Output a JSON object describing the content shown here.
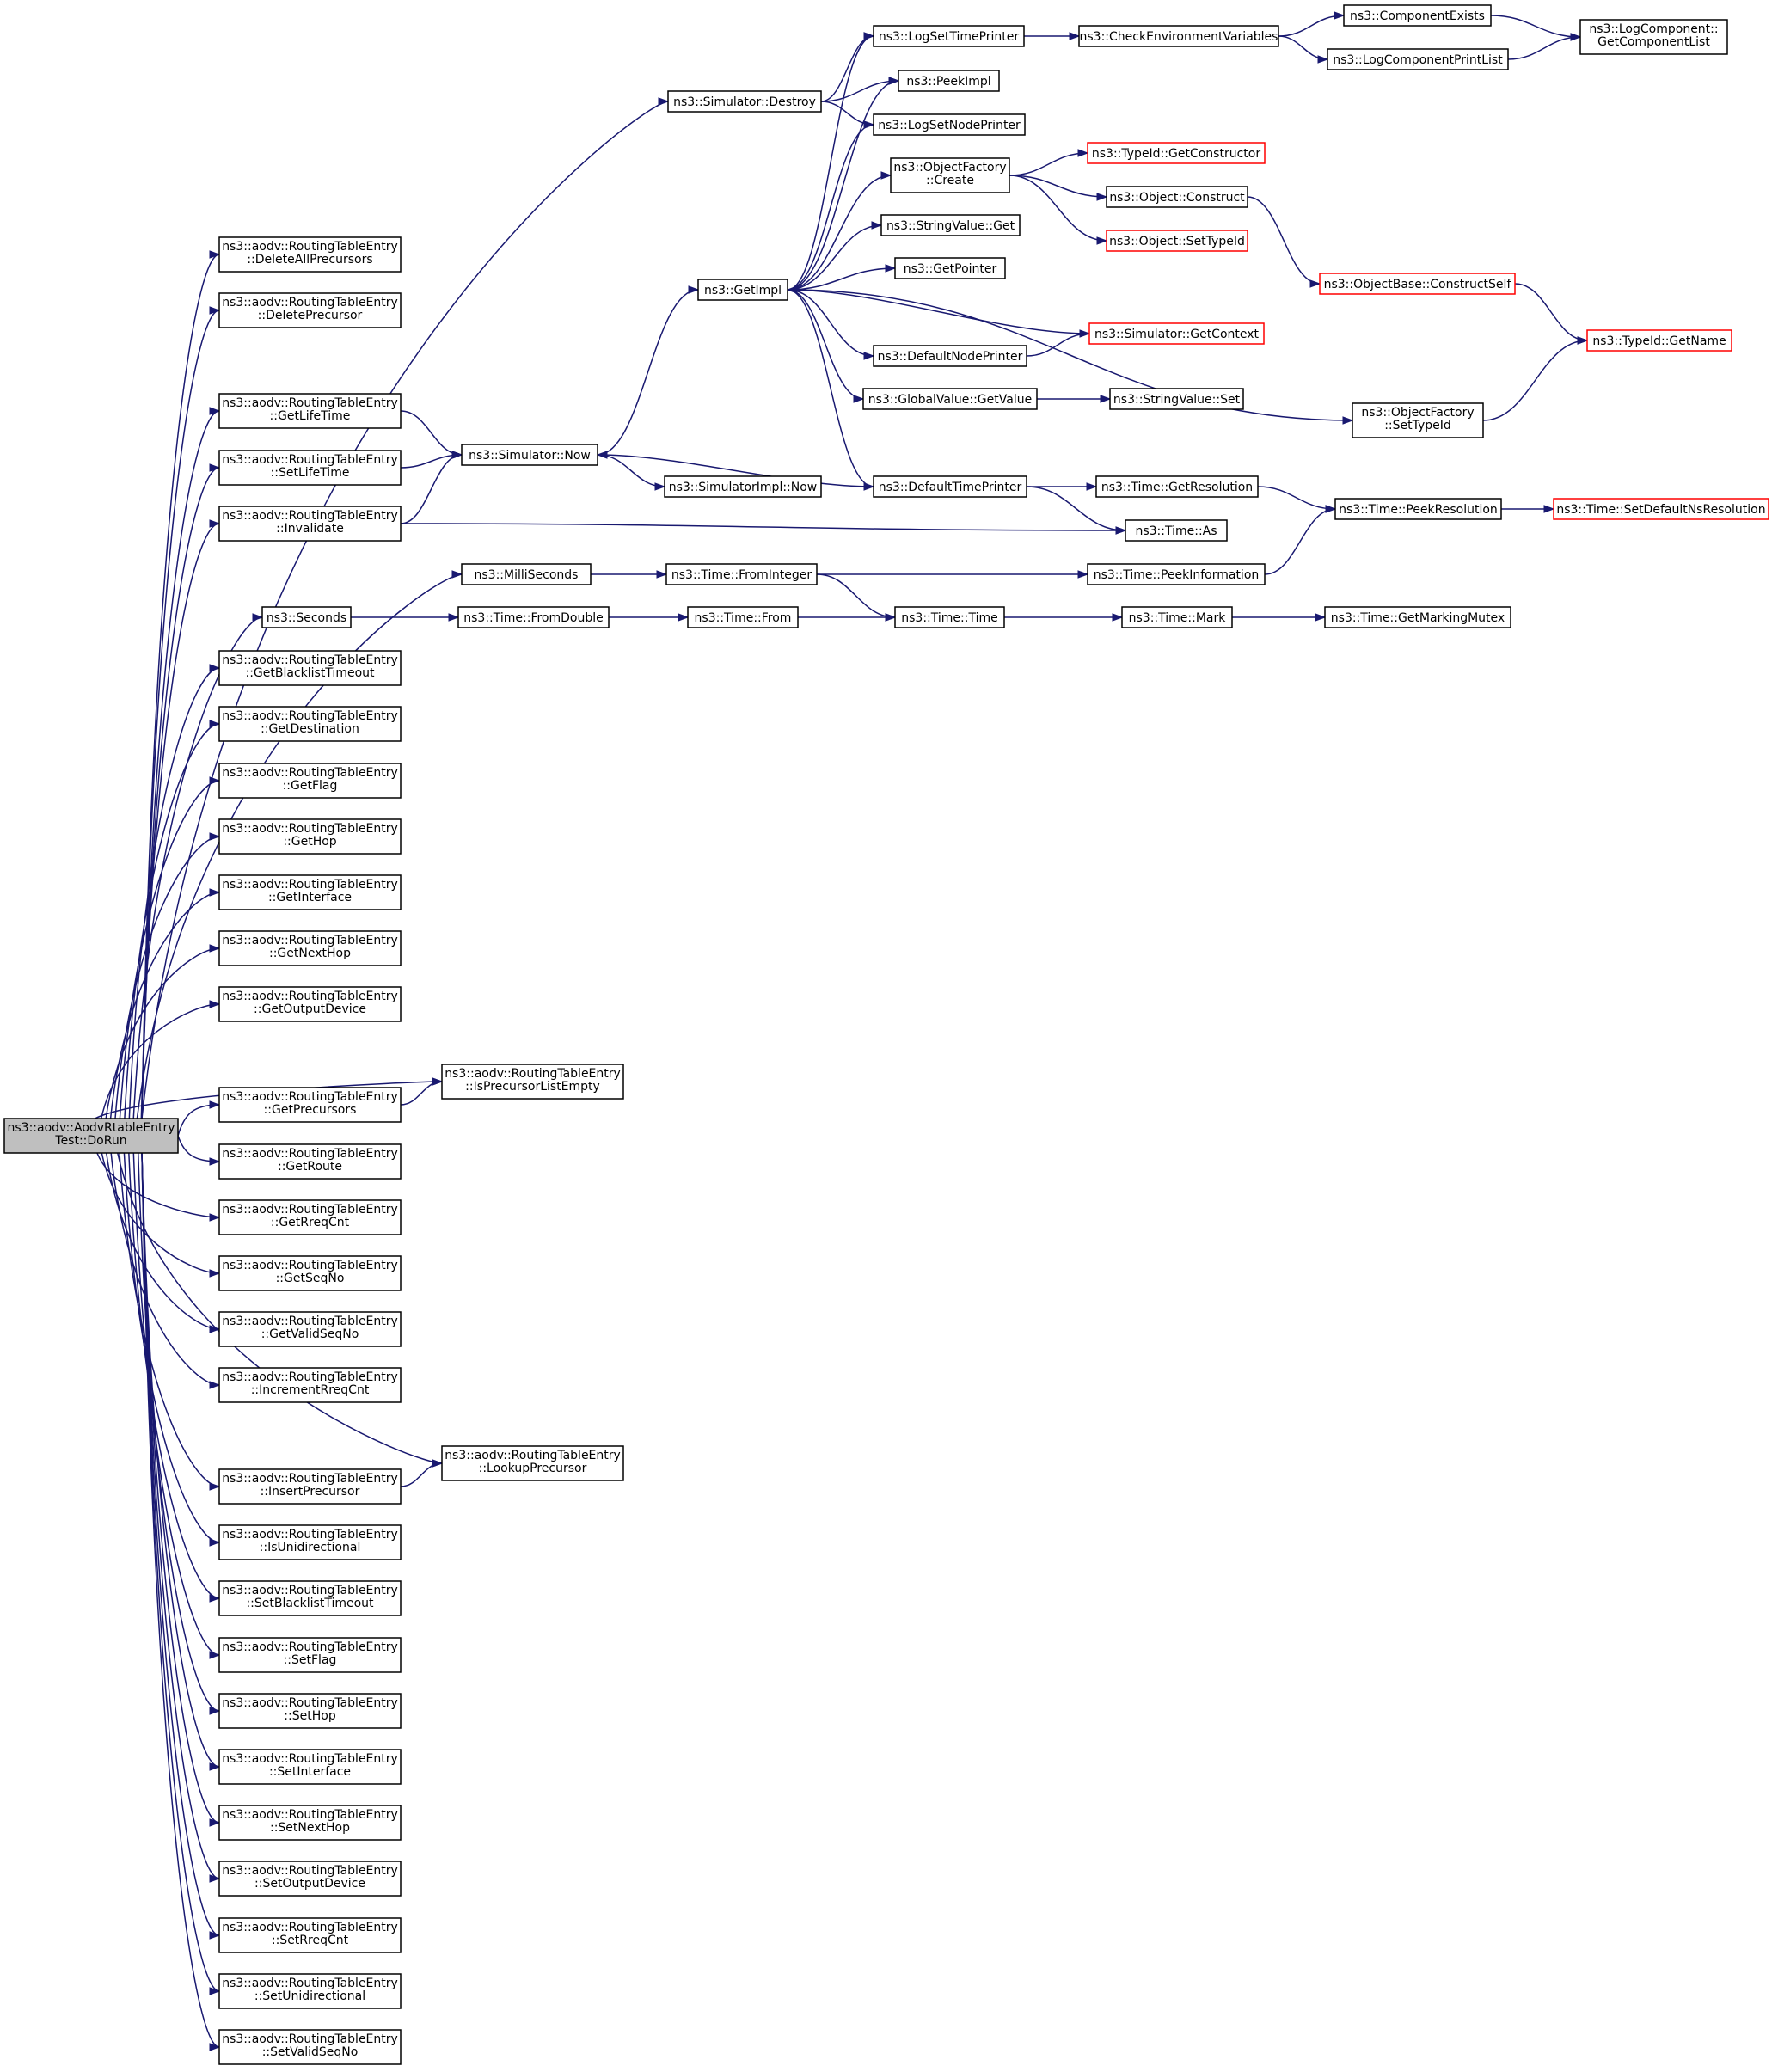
{
  "colors": {
    "edge": "#191970",
    "root_fill": "#bfbfbf",
    "truncated_border": "#ff0000"
  },
  "nodes": [
    {
      "id": "root",
      "lines": [
        "ns3::aodv::AodvRtableEntry",
        "Test::DoRun"
      ],
      "root": true
    },
    {
      "id": "delall",
      "lines": [
        "ns3::aodv::RoutingTableEntry",
        "::DeleteAllPrecursors"
      ]
    },
    {
      "id": "delprec",
      "lines": [
        "ns3::aodv::RoutingTableEntry",
        "::DeletePrecursor"
      ]
    },
    {
      "id": "getlife",
      "lines": [
        "ns3::aodv::RoutingTableEntry",
        "::GetLifeTime"
      ]
    },
    {
      "id": "setlife",
      "lines": [
        "ns3::aodv::RoutingTableEntry",
        "::SetLifeTime"
      ]
    },
    {
      "id": "invalidate",
      "lines": [
        "ns3::aodv::RoutingTableEntry",
        "::Invalidate"
      ]
    },
    {
      "id": "getbl",
      "lines": [
        "ns3::aodv::RoutingTableEntry",
        "::GetBlacklistTimeout"
      ]
    },
    {
      "id": "getdest",
      "lines": [
        "ns3::aodv::RoutingTableEntry",
        "::GetDestination"
      ]
    },
    {
      "id": "getflag",
      "lines": [
        "ns3::aodv::RoutingTableEntry",
        "::GetFlag"
      ]
    },
    {
      "id": "gethop",
      "lines": [
        "ns3::aodv::RoutingTableEntry",
        "::GetHop"
      ]
    },
    {
      "id": "getif",
      "lines": [
        "ns3::aodv::RoutingTableEntry",
        "::GetInterface"
      ]
    },
    {
      "id": "getnh",
      "lines": [
        "ns3::aodv::RoutingTableEntry",
        "::GetNextHop"
      ]
    },
    {
      "id": "getod",
      "lines": [
        "ns3::aodv::RoutingTableEntry",
        "::GetOutputDevice"
      ]
    },
    {
      "id": "getprec",
      "lines": [
        "ns3::aodv::RoutingTableEntry",
        "::GetPrecursors"
      ]
    },
    {
      "id": "getroute",
      "lines": [
        "ns3::aodv::RoutingTableEntry",
        "::GetRoute"
      ]
    },
    {
      "id": "getrreq",
      "lines": [
        "ns3::aodv::RoutingTableEntry",
        "::GetRreqCnt"
      ]
    },
    {
      "id": "getseq",
      "lines": [
        "ns3::aodv::RoutingTableEntry",
        "::GetSeqNo"
      ]
    },
    {
      "id": "getvseq",
      "lines": [
        "ns3::aodv::RoutingTableEntry",
        "::GetValidSeqNo"
      ]
    },
    {
      "id": "incrreq",
      "lines": [
        "ns3::aodv::RoutingTableEntry",
        "::IncrementRreqCnt"
      ]
    },
    {
      "id": "insprec",
      "lines": [
        "ns3::aodv::RoutingTableEntry",
        "::InsertPrecursor"
      ]
    },
    {
      "id": "isuni",
      "lines": [
        "ns3::aodv::RoutingTableEntry",
        "::IsUnidirectional"
      ]
    },
    {
      "id": "setbl",
      "lines": [
        "ns3::aodv::RoutingTableEntry",
        "::SetBlacklistTimeout"
      ]
    },
    {
      "id": "setflag",
      "lines": [
        "ns3::aodv::RoutingTableEntry",
        "::SetFlag"
      ]
    },
    {
      "id": "sethop",
      "lines": [
        "ns3::aodv::RoutingTableEntry",
        "::SetHop"
      ]
    },
    {
      "id": "setif",
      "lines": [
        "ns3::aodv::RoutingTableEntry",
        "::SetInterface"
      ]
    },
    {
      "id": "setnh",
      "lines": [
        "ns3::aodv::RoutingTableEntry",
        "::SetNextHop"
      ]
    },
    {
      "id": "setod",
      "lines": [
        "ns3::aodv::RoutingTableEntry",
        "::SetOutputDevice"
      ]
    },
    {
      "id": "setrreq",
      "lines": [
        "ns3::aodv::RoutingTableEntry",
        "::SetRreqCnt"
      ]
    },
    {
      "id": "setuni",
      "lines": [
        "ns3::aodv::RoutingTableEntry",
        "::SetUnidirectional"
      ]
    },
    {
      "id": "setvseq",
      "lines": [
        "ns3::aodv::RoutingTableEntry",
        "::SetValidSeqNo"
      ]
    },
    {
      "id": "ms",
      "lines": [
        "ns3::MilliSeconds"
      ]
    },
    {
      "id": "sec",
      "lines": [
        "ns3::Seconds"
      ]
    },
    {
      "id": "simdestroy",
      "lines": [
        "ns3::Simulator::Destroy"
      ]
    },
    {
      "id": "simnow",
      "lines": [
        "ns3::Simulator::Now"
      ]
    },
    {
      "id": "isprecempty",
      "lines": [
        "ns3::aodv::RoutingTableEntry",
        "::IsPrecursorListEmpty"
      ]
    },
    {
      "id": "lookupprec",
      "lines": [
        "ns3::aodv::RoutingTableEntry",
        "::LookupPrecursor"
      ]
    },
    {
      "id": "getimpl",
      "lines": [
        "ns3::GetImpl"
      ]
    },
    {
      "id": "simimplnow",
      "lines": [
        "ns3::SimulatorImpl::Now"
      ]
    },
    {
      "id": "tfromint",
      "lines": [
        "ns3::Time::FromInteger"
      ]
    },
    {
      "id": "tfromdbl",
      "lines": [
        "ns3::Time::FromDouble"
      ]
    },
    {
      "id": "tfrom",
      "lines": [
        "ns3::Time::From"
      ]
    },
    {
      "id": "logsettp",
      "lines": [
        "ns3::LogSetTimePrinter"
      ]
    },
    {
      "id": "peekimpl",
      "lines": [
        "ns3::PeekImpl"
      ]
    },
    {
      "id": "logsetnp",
      "lines": [
        "ns3::LogSetNodePrinter"
      ]
    },
    {
      "id": "ofcreate",
      "lines": [
        "ns3::ObjectFactory",
        "::Create"
      ]
    },
    {
      "id": "svget",
      "lines": [
        "ns3::StringValue::Get"
      ]
    },
    {
      "id": "getptr",
      "lines": [
        "ns3::GetPointer"
      ]
    },
    {
      "id": "defnp",
      "lines": [
        "ns3::DefaultNodePrinter"
      ]
    },
    {
      "id": "gvgetval",
      "lines": [
        "ns3::GlobalValue::GetValue"
      ]
    },
    {
      "id": "deftp",
      "lines": [
        "ns3::DefaultTimePrinter"
      ]
    },
    {
      "id": "ttime",
      "lines": [
        "ns3::Time::Time"
      ]
    },
    {
      "id": "checkenv",
      "lines": [
        "ns3::CheckEnvironmentVariables"
      ]
    },
    {
      "id": "tidgetctor",
      "lines": [
        "ns3::TypeId::GetConstructor"
      ],
      "truncated": true
    },
    {
      "id": "objconstruct",
      "lines": [
        "ns3::Object::Construct"
      ]
    },
    {
      "id": "objsettid",
      "lines": [
        "ns3::Object::SetTypeId"
      ],
      "truncated": true
    },
    {
      "id": "simgetctx",
      "lines": [
        "ns3::Simulator::GetContext"
      ],
      "truncated": true
    },
    {
      "id": "svset",
      "lines": [
        "ns3::StringValue::Set"
      ]
    },
    {
      "id": "tgetres",
      "lines": [
        "ns3::Time::GetResolution"
      ]
    },
    {
      "id": "tas",
      "lines": [
        "ns3::Time::As"
      ]
    },
    {
      "id": "tpeekinfo",
      "lines": [
        "ns3::Time::PeekInformation"
      ]
    },
    {
      "id": "tmark",
      "lines": [
        "ns3::Time::Mark"
      ]
    },
    {
      "id": "compexists",
      "lines": [
        "ns3::ComponentExists"
      ]
    },
    {
      "id": "logcompprint",
      "lines": [
        "ns3::LogComponentPrintList"
      ]
    },
    {
      "id": "objbasecs",
      "lines": [
        "ns3::ObjectBase::ConstructSelf"
      ],
      "truncated": true
    },
    {
      "id": "ofsettid",
      "lines": [
        "ns3::ObjectFactory",
        "::SetTypeId"
      ]
    },
    {
      "id": "tpeekres",
      "lines": [
        "ns3::Time::PeekResolution"
      ]
    },
    {
      "id": "tgetmm",
      "lines": [
        "ns3::Time::GetMarkingMutex"
      ]
    },
    {
      "id": "logcompgcl",
      "lines": [
        "ns3::LogComponent::",
        "GetComponentList"
      ]
    },
    {
      "id": "tidgetname",
      "lines": [
        "ns3::TypeId::GetName"
      ],
      "truncated": true
    },
    {
      "id": "tsetdefres",
      "lines": [
        "ns3::Time::SetDefaultNsResolution"
      ],
      "truncated": true
    }
  ],
  "edges": [
    [
      "root",
      "delall"
    ],
    [
      "root",
      "delprec"
    ],
    [
      "root",
      "getlife"
    ],
    [
      "root",
      "setlife"
    ],
    [
      "root",
      "invalidate"
    ],
    [
      "root",
      "getbl"
    ],
    [
      "root",
      "getdest"
    ],
    [
      "root",
      "getflag"
    ],
    [
      "root",
      "gethop"
    ],
    [
      "root",
      "getif"
    ],
    [
      "root",
      "getnh"
    ],
    [
      "root",
      "getod"
    ],
    [
      "root",
      "getprec"
    ],
    [
      "root",
      "getroute"
    ],
    [
      "root",
      "getrreq"
    ],
    [
      "root",
      "getseq"
    ],
    [
      "root",
      "getvseq"
    ],
    [
      "root",
      "incrreq"
    ],
    [
      "root",
      "insprec"
    ],
    [
      "root",
      "isuni"
    ],
    [
      "root",
      "setbl"
    ],
    [
      "root",
      "setflag"
    ],
    [
      "root",
      "sethop"
    ],
    [
      "root",
      "setif"
    ],
    [
      "root",
      "setnh"
    ],
    [
      "root",
      "setod"
    ],
    [
      "root",
      "setrreq"
    ],
    [
      "root",
      "setuni"
    ],
    [
      "root",
      "setvseq"
    ],
    [
      "root",
      "ms"
    ],
    [
      "root",
      "sec"
    ],
    [
      "root",
      "simdestroy"
    ],
    [
      "root",
      "isprecempty"
    ],
    [
      "root",
      "lookupprec"
    ],
    [
      "getlife",
      "simnow"
    ],
    [
      "setlife",
      "simnow"
    ],
    [
      "invalidate",
      "simnow"
    ],
    [
      "invalidate",
      "tas"
    ],
    [
      "getprec",
      "isprecempty"
    ],
    [
      "insprec",
      "lookupprec"
    ],
    [
      "simdestroy",
      "logsettp"
    ],
    [
      "simdestroy",
      "peekimpl"
    ],
    [
      "simdestroy",
      "logsetnp"
    ],
    [
      "simnow",
      "getimpl"
    ],
    [
      "simnow",
      "simimplnow"
    ],
    [
      "ms",
      "tfromint"
    ],
    [
      "sec",
      "tfromdbl"
    ],
    [
      "tfromdbl",
      "tfrom"
    ],
    [
      "tfrom",
      "ttime"
    ],
    [
      "tfromint",
      "ttime"
    ],
    [
      "tfromint",
      "tpeekinfo"
    ],
    [
      "ttime",
      "tmark"
    ],
    [
      "tmark",
      "tgetmm"
    ],
    [
      "getimpl",
      "logsettp"
    ],
    [
      "getimpl",
      "peekimpl"
    ],
    [
      "getimpl",
      "logsetnp"
    ],
    [
      "getimpl",
      "ofcreate"
    ],
    [
      "getimpl",
      "svget"
    ],
    [
      "getimpl",
      "getptr"
    ],
    [
      "getimpl",
      "defnp"
    ],
    [
      "getimpl",
      "gvgetval"
    ],
    [
      "getimpl",
      "ofsettid"
    ],
    [
      "getimpl",
      "deftp"
    ],
    [
      "deftp",
      "simnow"
    ],
    [
      "deftp",
      "tgetres"
    ],
    [
      "deftp",
      "tas"
    ],
    [
      "defnp",
      "simgetctx"
    ],
    [
      "simgetctx",
      "getimpl"
    ],
    [
      "gvgetval",
      "svset"
    ],
    [
      "logsettp",
      "checkenv"
    ],
    [
      "checkenv",
      "compexists"
    ],
    [
      "checkenv",
      "logcompprint"
    ],
    [
      "compexists",
      "logcompgcl"
    ],
    [
      "logcompprint",
      "logcompgcl"
    ],
    [
      "ofcreate",
      "tidgetctor"
    ],
    [
      "ofcreate",
      "objconstruct"
    ],
    [
      "ofcreate",
      "objsettid"
    ],
    [
      "objconstruct",
      "objbasecs"
    ],
    [
      "objbasecs",
      "tidgetname"
    ],
    [
      "ofsettid",
      "tidgetname"
    ],
    [
      "tgetres",
      "tpeekres"
    ],
    [
      "tpeekinfo",
      "tpeekres"
    ],
    [
      "tpeekres",
      "tsetdefres"
    ]
  ]
}
